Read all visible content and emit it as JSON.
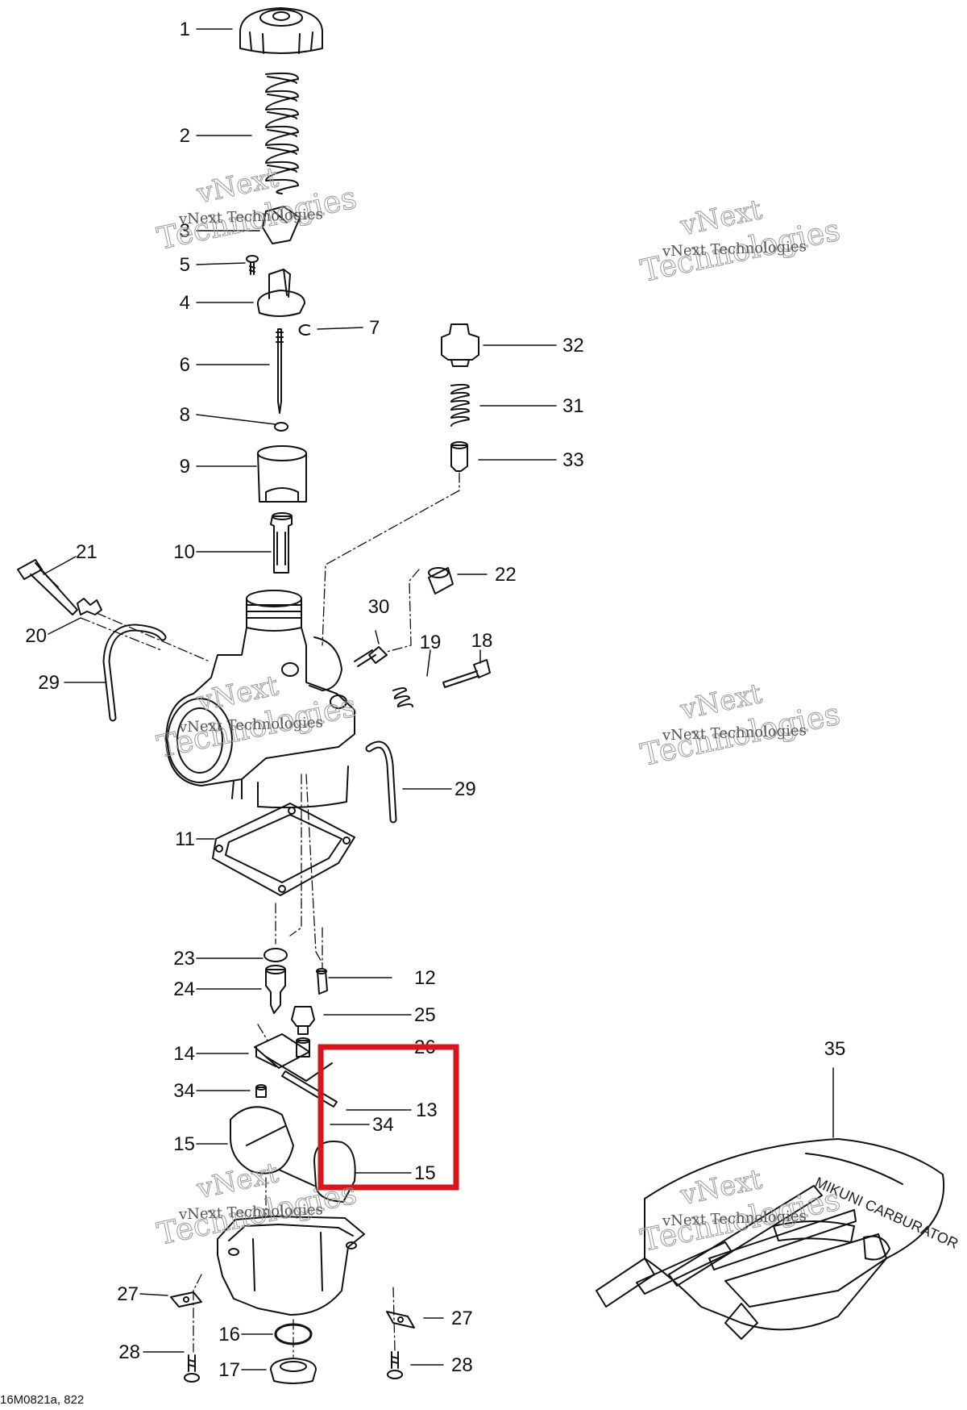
{
  "diagram": {
    "callouts": [
      {
        "id": "c1",
        "label": "1"
      },
      {
        "id": "c2",
        "label": "2"
      },
      {
        "id": "c3",
        "label": "3"
      },
      {
        "id": "c5",
        "label": "5"
      },
      {
        "id": "c4",
        "label": "4"
      },
      {
        "id": "c7",
        "label": "7"
      },
      {
        "id": "c6",
        "label": "6"
      },
      {
        "id": "c8",
        "label": "8"
      },
      {
        "id": "c9",
        "label": "9"
      },
      {
        "id": "c10",
        "label": "10"
      },
      {
        "id": "c32",
        "label": "32"
      },
      {
        "id": "c31",
        "label": "31"
      },
      {
        "id": "c33",
        "label": "33"
      },
      {
        "id": "c21",
        "label": "21"
      },
      {
        "id": "c22",
        "label": "22"
      },
      {
        "id": "c20",
        "label": "20"
      },
      {
        "id": "c30",
        "label": "30"
      },
      {
        "id": "c19",
        "label": "19"
      },
      {
        "id": "c18",
        "label": "18"
      },
      {
        "id": "c29a",
        "label": "29"
      },
      {
        "id": "c29b",
        "label": "29"
      },
      {
        "id": "c11",
        "label": "11"
      },
      {
        "id": "c23",
        "label": "23"
      },
      {
        "id": "c12",
        "label": "12"
      },
      {
        "id": "c24",
        "label": "24"
      },
      {
        "id": "c25",
        "label": "25"
      },
      {
        "id": "c26",
        "label": "26"
      },
      {
        "id": "c14",
        "label": "14"
      },
      {
        "id": "c34a",
        "label": "34"
      },
      {
        "id": "c13",
        "label": "13"
      },
      {
        "id": "c34b",
        "label": "34"
      },
      {
        "id": "c15a",
        "label": "15"
      },
      {
        "id": "c15b",
        "label": "15"
      },
      {
        "id": "c35",
        "label": "35"
      },
      {
        "id": "c27a",
        "label": "27"
      },
      {
        "id": "c27b",
        "label": "27"
      },
      {
        "id": "c16",
        "label": "16"
      },
      {
        "id": "c28a",
        "label": "28"
      },
      {
        "id": "c28b",
        "label": "28"
      },
      {
        "id": "c17",
        "label": "17"
      }
    ],
    "watermark": {
      "line1": "vNext",
      "line2": "Technologies",
      "small": "vNext Technologies"
    },
    "tool_kit_lettering": "MIKUNI CARBURATOR",
    "figure_reference": "16M0821a, 822",
    "highlight_color": "#d9151b"
  }
}
